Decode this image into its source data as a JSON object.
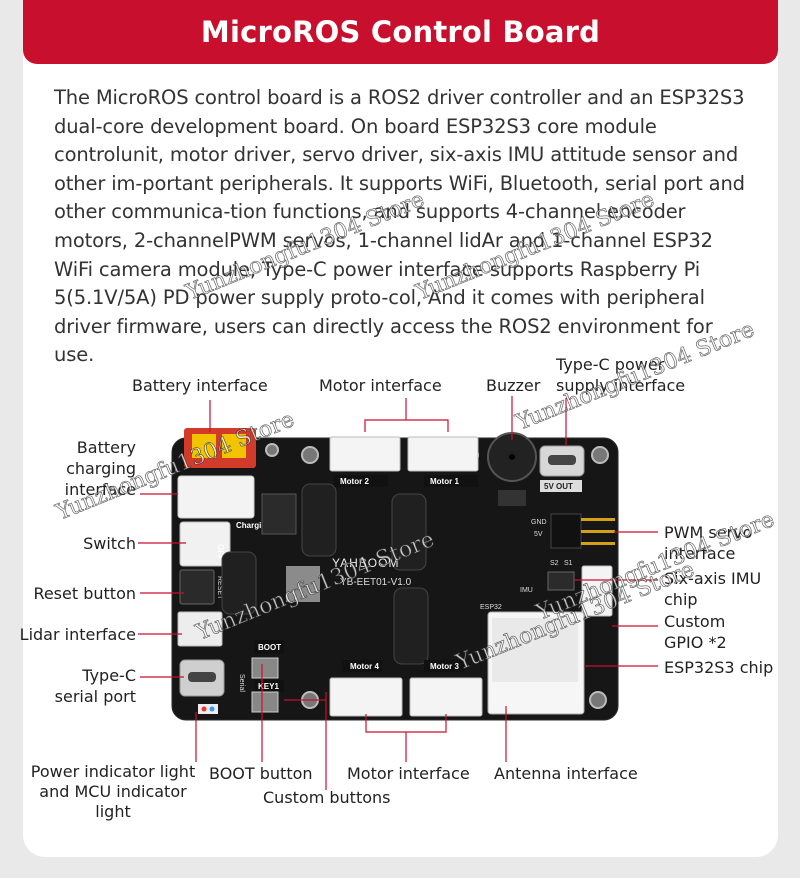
{
  "title": "MicroROS Control Board",
  "description": "The MicroROS control board is a ROS2 driver controller and an ESP32S3 dual-core development board. On board ESP32S3 core module controlunit, motor driver, servo driver, six-axis IMU attitude sensor and other im-portant peripherals. It supports WiFi, Bluetooth, serial port and other communica-tion functions, and supports 4-channel encoder motors, 2-channelPWM servos, 1-channel lidAr and 1-channel ESP32 WiFi camera module, Type-C power interface supports Raspberry Pi 5(5.1V/5A) PD power supply proto-col, And it comes with peripheral driver firmware, users can directly access the ROS2 environment for use.",
  "labels": {
    "battery_interface": "Battery interface",
    "motor_interface_top": "Motor interface",
    "buzzer": "Buzzer",
    "typec_power_1": "Type-C power",
    "typec_power_2": "supply interface",
    "battery_charging_1": "Battery",
    "battery_charging_2": "charging",
    "battery_charging_3": "interface",
    "switch": "Switch",
    "reset_button": "Reset button",
    "lidar_interface": "Lidar interface",
    "typec_serial_1": "Type-C",
    "typec_serial_2": "serial port",
    "power_indicator_1": "Power indicator light",
    "power_indicator_2": "and MCU indicator",
    "power_indicator_3": "light",
    "boot_button": "BOOT button",
    "custom_buttons": "Custom buttons",
    "motor_interface_bottom": "Motor interface",
    "antenna_interface": "Antenna interface",
    "pwm_servo_1": "PWM servo",
    "pwm_servo_2": "interface",
    "imu_1": "Six-axis IMU",
    "imu_2": "chip",
    "gpio_1": "Custom",
    "gpio_2": "GPIO *2",
    "esp32s3": "ESP32S3 chip"
  },
  "board_silkscreen": {
    "motor1": "Motor 1",
    "motor2": "Motor 2",
    "motor3": "Motor 3",
    "motor4": "Motor 4",
    "out5v": "5V OUT",
    "charging": "Charging",
    "off": "OFF",
    "reset": "RESET",
    "boot": "BOOT",
    "key1": "KEY1",
    "serial": "Serial",
    "imu": "IMU",
    "esp32": "ESP32",
    "gnd": "GND",
    "v5": "5V",
    "s1": "S1",
    "s2": "S2",
    "model": "YB-EET01-V1.0",
    "brand": "YAHBOOM"
  },
  "watermark": "Yunzhongfu1304 Store",
  "colors": {
    "accent": "#c8102e",
    "board": "#1a1a1a"
  }
}
